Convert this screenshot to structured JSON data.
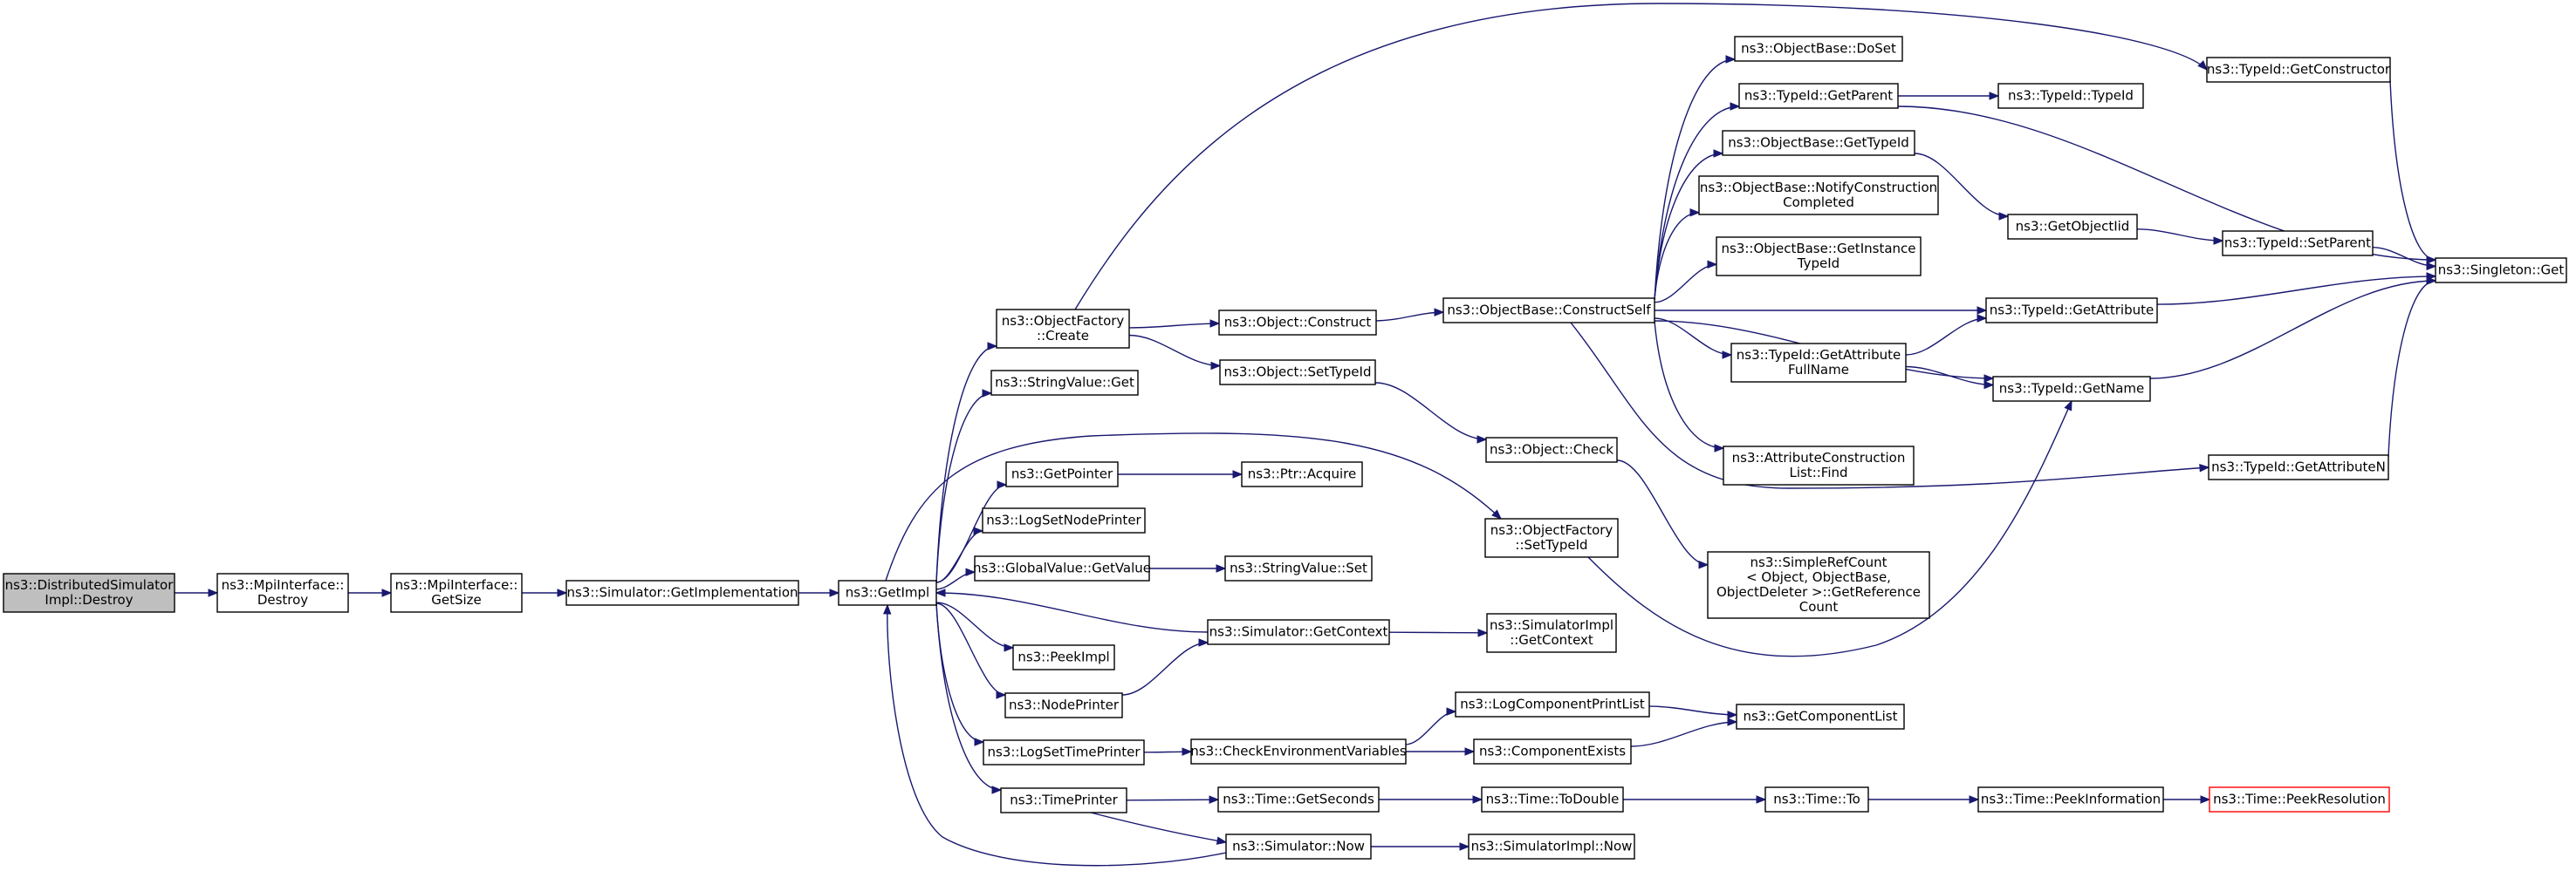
{
  "colors": {
    "edge": "#191970",
    "node_border": "#000000",
    "root_fill": "#bfbfbf",
    "truncated_border": "#ff0000"
  },
  "nodes": [
    {
      "id": "dsi_destroy",
      "lines": [
        "ns3::DistributedSimulator",
        "Impl::Destroy"
      ],
      "style": "root"
    },
    {
      "id": "mpi_destroy",
      "lines": [
        "ns3::MpiInterface::",
        "Destroy"
      ]
    },
    {
      "id": "mpi_getsize",
      "lines": [
        "ns3::MpiInterface::",
        "GetSize"
      ]
    },
    {
      "id": "sim_getimpl",
      "lines": [
        "ns3::Simulator::GetImplementation"
      ]
    },
    {
      "id": "getimpl",
      "lines": [
        "ns3::GetImpl"
      ]
    },
    {
      "id": "of_create",
      "lines": [
        "ns3::ObjectFactory",
        "::Create"
      ]
    },
    {
      "id": "sv_get",
      "lines": [
        "ns3::StringValue::Get"
      ]
    },
    {
      "id": "getpointer",
      "lines": [
        "ns3::GetPointer"
      ]
    },
    {
      "id": "lsnp",
      "lines": [
        "ns3::LogSetNodePrinter"
      ]
    },
    {
      "id": "gv_getvalue",
      "lines": [
        "ns3::GlobalValue::GetValue"
      ]
    },
    {
      "id": "peekimpl",
      "lines": [
        "ns3::PeekImpl"
      ]
    },
    {
      "id": "nodeprinter",
      "lines": [
        "ns3::NodePrinter"
      ]
    },
    {
      "id": "lstp",
      "lines": [
        "ns3::LogSetTimePrinter"
      ]
    },
    {
      "id": "timeprinter",
      "lines": [
        "ns3::TimePrinter"
      ]
    },
    {
      "id": "obj_construct",
      "lines": [
        "ns3::Object::Construct"
      ]
    },
    {
      "id": "obj_settypeid",
      "lines": [
        "ns3::Object::SetTypeId"
      ]
    },
    {
      "id": "obj_check",
      "lines": [
        "ns3::Object::Check"
      ]
    },
    {
      "id": "of_settypeid",
      "lines": [
        "ns3::ObjectFactory",
        "::SetTypeId"
      ]
    },
    {
      "id": "ptr_acquire",
      "lines": [
        "ns3::Ptr::Acquire"
      ]
    },
    {
      "id": "sv_set",
      "lines": [
        "ns3::StringValue::Set"
      ]
    },
    {
      "id": "sim_getcontext",
      "lines": [
        "ns3::Simulator::GetContext"
      ]
    },
    {
      "id": "simimpl_getcontext",
      "lines": [
        "ns3::SimulatorImpl",
        "::GetContext"
      ]
    },
    {
      "id": "check_env",
      "lines": [
        "ns3::CheckEnvironmentVariables"
      ]
    },
    {
      "id": "lcpl",
      "lines": [
        "ns3::LogComponentPrintList"
      ]
    },
    {
      "id": "comp_exists",
      "lines": [
        "ns3::ComponentExists"
      ]
    },
    {
      "id": "get_comp_list",
      "lines": [
        "ns3::GetComponentList"
      ]
    },
    {
      "id": "time_getseconds",
      "lines": [
        "ns3::Time::GetSeconds"
      ]
    },
    {
      "id": "time_todouble",
      "lines": [
        "ns3::Time::ToDouble"
      ]
    },
    {
      "id": "time_to",
      "lines": [
        "ns3::Time::To"
      ]
    },
    {
      "id": "time_peekinfo",
      "lines": [
        "ns3::Time::PeekInformation"
      ]
    },
    {
      "id": "time_peekres",
      "lines": [
        "ns3::Time::PeekResolution"
      ],
      "style": "truncated"
    },
    {
      "id": "sim_now",
      "lines": [
        "ns3::Simulator::Now"
      ]
    },
    {
      "id": "simimpl_now",
      "lines": [
        "ns3::SimulatorImpl::Now"
      ]
    },
    {
      "id": "ob_constructself",
      "lines": [
        "ns3::ObjectBase::ConstructSelf"
      ]
    },
    {
      "id": "ob_doset",
      "lines": [
        "ns3::ObjectBase::DoSet"
      ]
    },
    {
      "id": "tid_getparent",
      "lines": [
        "ns3::TypeId::GetParent"
      ]
    },
    {
      "id": "tid_typeid",
      "lines": [
        "ns3::TypeId::TypeId"
      ]
    },
    {
      "id": "ob_gettypeid",
      "lines": [
        "ns3::ObjectBase::GetTypeId"
      ]
    },
    {
      "id": "ob_notify",
      "lines": [
        "ns3::ObjectBase::NotifyConstruction",
        "Completed"
      ]
    },
    {
      "id": "ob_getinstance",
      "lines": [
        "ns3::ObjectBase::GetInstance",
        "TypeId"
      ]
    },
    {
      "id": "tid_getattrfull",
      "lines": [
        "ns3::TypeId::GetAttribute",
        "FullName"
      ]
    },
    {
      "id": "acl_find",
      "lines": [
        "ns3::AttributeConstruction",
        "List::Find"
      ]
    },
    {
      "id": "srefcount",
      "lines": [
        "ns3::SimpleRefCount",
        "< Object, ObjectBase,",
        " ObjectDeleter >::GetReference",
        "Count"
      ]
    },
    {
      "id": "tid_getconstructor",
      "lines": [
        "ns3::TypeId::GetConstructor"
      ]
    },
    {
      "id": "get_objectiid",
      "lines": [
        "ns3::GetObjectIid"
      ]
    },
    {
      "id": "tid_setparent",
      "lines": [
        "ns3::TypeId::SetParent"
      ]
    },
    {
      "id": "tid_getattribute",
      "lines": [
        "ns3::TypeId::GetAttribute"
      ]
    },
    {
      "id": "tid_getname",
      "lines": [
        "ns3::TypeId::GetName"
      ]
    },
    {
      "id": "tid_getattrn",
      "lines": [
        "ns3::TypeId::GetAttributeN"
      ]
    },
    {
      "id": "singleton_get",
      "lines": [
        "ns3::Singleton::Get"
      ]
    }
  ],
  "edges": [
    [
      "dsi_destroy",
      "mpi_destroy"
    ],
    [
      "mpi_destroy",
      "mpi_getsize"
    ],
    [
      "mpi_getsize",
      "sim_getimpl"
    ],
    [
      "sim_getimpl",
      "getimpl"
    ],
    [
      "getimpl",
      "of_create"
    ],
    [
      "getimpl",
      "sv_get"
    ],
    [
      "getimpl",
      "of_settypeid"
    ],
    [
      "getimpl",
      "getpointer"
    ],
    [
      "getimpl",
      "lsnp"
    ],
    [
      "getimpl",
      "gv_getvalue"
    ],
    [
      "getimpl",
      "peekimpl"
    ],
    [
      "getimpl",
      "nodeprinter"
    ],
    [
      "getimpl",
      "lstp"
    ],
    [
      "getimpl",
      "timeprinter"
    ],
    [
      "sim_getcontext",
      "getimpl"
    ],
    [
      "sim_now",
      "getimpl"
    ],
    [
      "of_create",
      "obj_construct"
    ],
    [
      "of_create",
      "obj_settypeid"
    ],
    [
      "of_create",
      "tid_getconstructor"
    ],
    [
      "obj_construct",
      "ob_constructself"
    ],
    [
      "obj_settypeid",
      "obj_check"
    ],
    [
      "obj_check",
      "srefcount"
    ],
    [
      "of_settypeid",
      "tid_getname"
    ],
    [
      "getpointer",
      "ptr_acquire"
    ],
    [
      "gv_getvalue",
      "sv_set"
    ],
    [
      "nodeprinter",
      "sim_getcontext"
    ],
    [
      "sim_getcontext",
      "simimpl_getcontext"
    ],
    [
      "lstp",
      "check_env"
    ],
    [
      "check_env",
      "lcpl"
    ],
    [
      "check_env",
      "comp_exists"
    ],
    [
      "lcpl",
      "get_comp_list"
    ],
    [
      "comp_exists",
      "get_comp_list"
    ],
    [
      "timeprinter",
      "time_getseconds"
    ],
    [
      "timeprinter",
      "sim_now"
    ],
    [
      "time_getseconds",
      "time_todouble"
    ],
    [
      "time_todouble",
      "time_to"
    ],
    [
      "time_to",
      "time_peekinfo"
    ],
    [
      "time_peekinfo",
      "time_peekres"
    ],
    [
      "sim_now",
      "simimpl_now"
    ],
    [
      "ob_constructself",
      "ob_doset"
    ],
    [
      "ob_constructself",
      "tid_getparent"
    ],
    [
      "ob_constructself",
      "ob_gettypeid"
    ],
    [
      "ob_constructself",
      "ob_notify"
    ],
    [
      "ob_constructself",
      "ob_getinstance"
    ],
    [
      "ob_constructself",
      "tid_getattribute"
    ],
    [
      "ob_constructself",
      "tid_getattrfull"
    ],
    [
      "ob_constructself",
      "tid_getname"
    ],
    [
      "ob_constructself",
      "acl_find"
    ],
    [
      "ob_constructself",
      "tid_getattrn"
    ],
    [
      "tid_getparent",
      "tid_typeid"
    ],
    [
      "tid_getparent",
      "singleton_get"
    ],
    [
      "ob_gettypeid",
      "get_objectiid"
    ],
    [
      "get_objectiid",
      "tid_setparent"
    ],
    [
      "tid_setparent",
      "singleton_get"
    ],
    [
      "tid_getattrfull",
      "tid_getattribute"
    ],
    [
      "tid_getattrfull",
      "tid_getname"
    ],
    [
      "tid_getattribute",
      "singleton_get"
    ],
    [
      "tid_getname",
      "singleton_get"
    ],
    [
      "tid_getattrn",
      "singleton_get"
    ],
    [
      "tid_getconstructor",
      "singleton_get"
    ]
  ]
}
